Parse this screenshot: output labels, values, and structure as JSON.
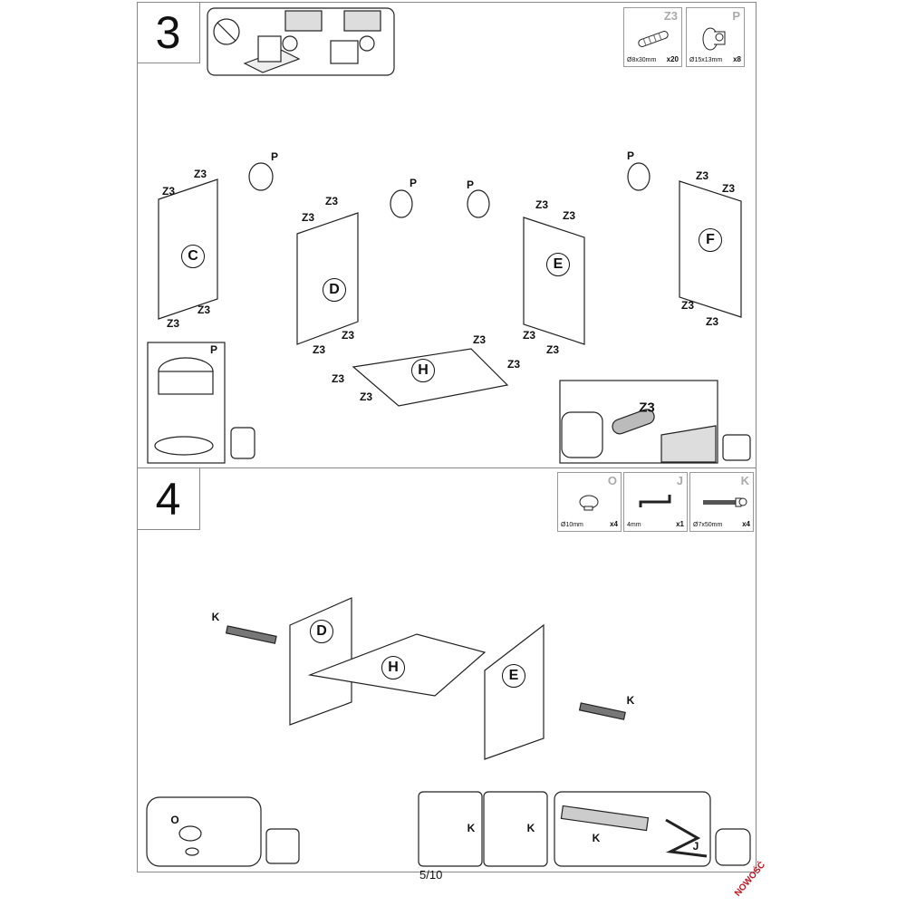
{
  "steps": [
    {
      "number": "3"
    },
    {
      "number": "4"
    }
  ],
  "parts_step3": [
    {
      "code": "Z3",
      "size": "Ø8x30mm",
      "qty": "x20",
      "icon": "dowel-icon"
    },
    {
      "code": "P",
      "size": "Ø15x13mm",
      "qty": "x8",
      "icon": "cam-lock-icon"
    }
  ],
  "parts_step4": [
    {
      "code": "O",
      "size": "Ø10mm",
      "qty": "x4",
      "icon": "cap-icon"
    },
    {
      "code": "J",
      "size": "4mm",
      "qty": "x1",
      "icon": "allen-key-icon"
    },
    {
      "code": "K",
      "size": "Ø7x50mm",
      "qty": "x4",
      "icon": "screw-icon"
    }
  ],
  "panels": {
    "C": "C",
    "D": "D",
    "E": "E",
    "F": "F",
    "H": "H"
  },
  "labels": {
    "z3": "Z3",
    "p": "P",
    "k": "K",
    "o": "O",
    "j": "J"
  },
  "footer": {
    "page": "5/10",
    "badge": "NOWOŚĆ"
  }
}
